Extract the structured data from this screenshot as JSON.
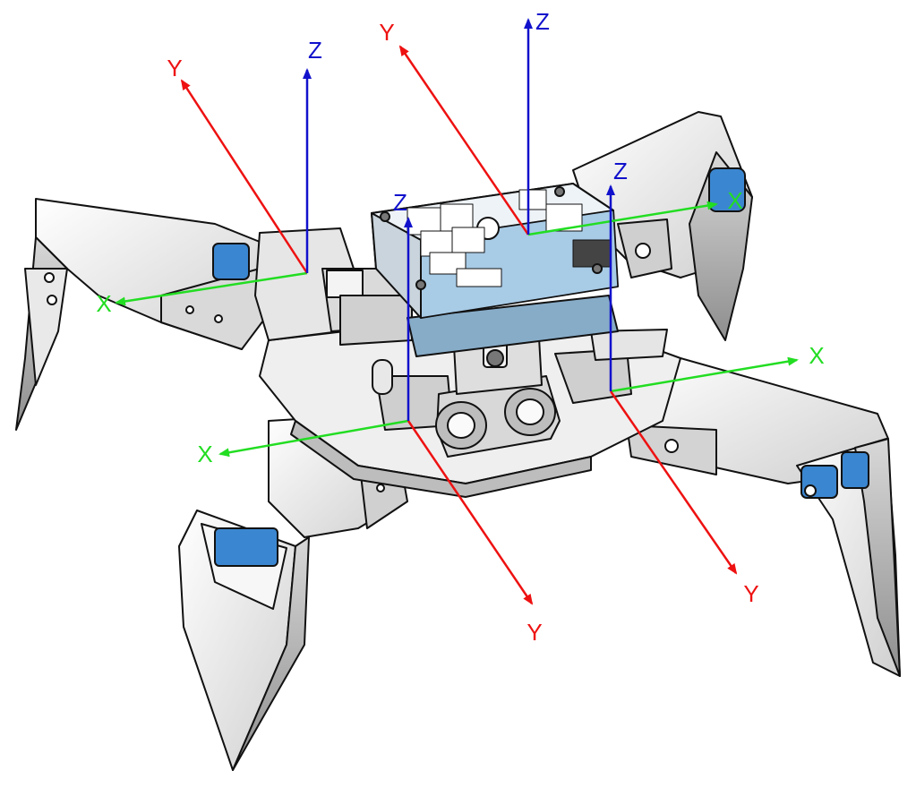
{
  "colors": {
    "x_axis": "#22dd22",
    "y_axis": "#ee1111",
    "z_axis": "#1111cc",
    "part_white": "#f4f4f4",
    "part_shade": "#c9c9c9",
    "part_dark": "#8a8a8a",
    "outline": "#111111",
    "servo_blue": "#3b86d0",
    "pcb_blue": "#9cc4e2",
    "enclosure": "#dde4ea"
  },
  "icons": [
    "robot-quadruped-illustration",
    "coordinate-axis-arrows"
  ],
  "frames": [
    {
      "id": "body-center",
      "labels": {
        "x": "X",
        "y": "Y",
        "z": "Z"
      }
    },
    {
      "id": "leg-front-left",
      "labels": {
        "x": "X",
        "y": "Y",
        "z": "Z"
      }
    },
    {
      "id": "leg-front-right",
      "labels": {
        "x": "X",
        "y": "Y",
        "z": "Z"
      }
    },
    {
      "id": "leg-rear-left",
      "labels": {
        "x": "X",
        "y": "Y",
        "z": "Z"
      }
    },
    {
      "id": "leg-rear-right",
      "labels": {
        "x": "X",
        "y": "Y",
        "z": "Z"
      }
    }
  ]
}
